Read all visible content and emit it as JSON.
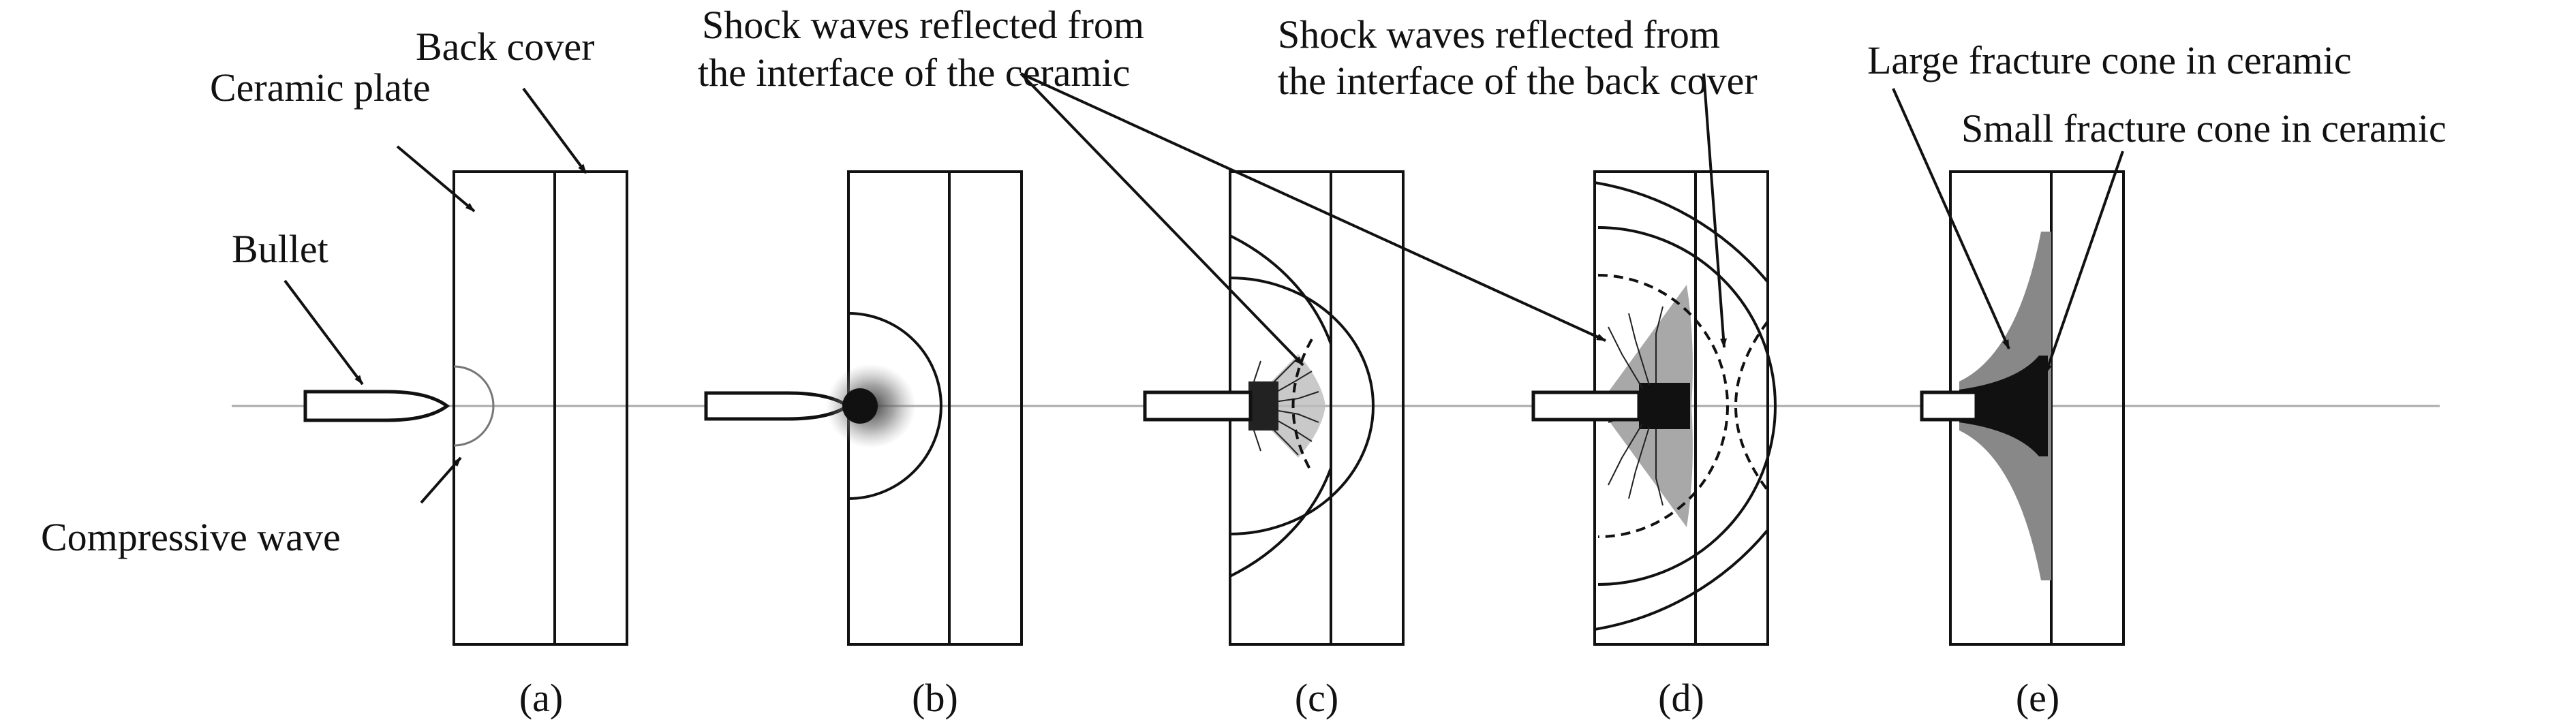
{
  "labels": {
    "back_cover": "Back cover",
    "ceramic_plate": "Ceramic plate",
    "bullet": "Bullet",
    "compressive_wave": "Compressive wave",
    "shock_ceramic_line1": "Shock waves reflected from",
    "shock_ceramic_line2": "the interface of the ceramic",
    "shock_back_line1": "Shock waves reflected from",
    "shock_back_line2": "the interface of the back cover",
    "large_cone": "Large fracture cone in ceramic",
    "small_cone": "Small fracture cone in ceramic"
  },
  "captions": {
    "a": "(a)",
    "b": "(b)",
    "c": "(c)",
    "d": "(d)",
    "e": "(e)"
  }
}
